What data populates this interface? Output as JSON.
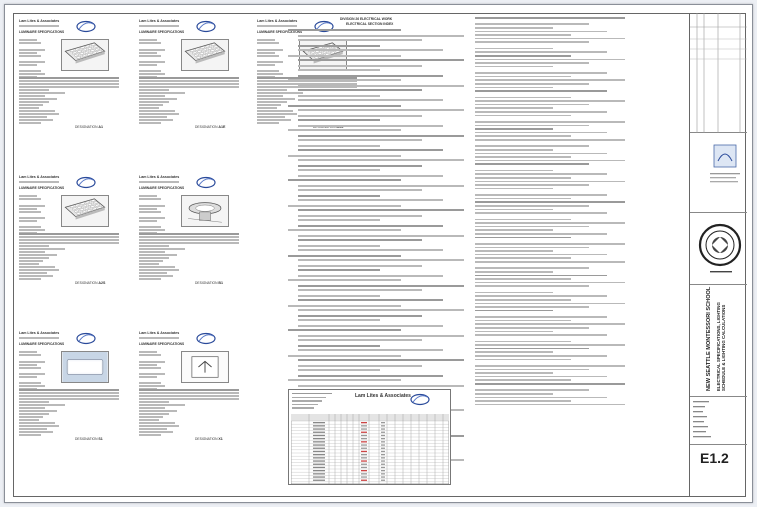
{
  "title_block": {
    "project_name": "NEW SEATTLE MONTESSORI SCHOOL",
    "sheet_title": "ELECTRICAL SPECIFICATIONS, LIGHTING SCHEDULE & LIGHTING CALCULATIONS",
    "sheet_number": "E1.2",
    "stamp_label": "REGISTERED PROFESSIONAL ENGINEER"
  },
  "notes": {
    "title": "DIVISION 26 ELECTRICAL WORK",
    "subtitle": "ELECTRICAL SECTION INDEX"
  },
  "fixtures": [
    {
      "company": "Lam Lites & Associates",
      "spec_title": "LUMINAIRE SPECIFICATIONS",
      "designation_label": "DESIGNATION",
      "designation": "A1"
    },
    {
      "company": "Lam Lites & Associates",
      "spec_title": "LUMINAIRE SPECIFICATIONS",
      "designation_label": "DESIGNATION",
      "designation": "A1E"
    },
    {
      "company": "Lam Lites & Associates",
      "spec_title": "LUMINAIRE SPECIFICATIONS",
      "designation_label": "DESIGNATION",
      "designation": "A1S"
    },
    {
      "company": "Lam Lites & Associates",
      "spec_title": "LUMINAIRE SPECIFICATIONS",
      "designation_label": "DESIGNATION",
      "designation": "A2S"
    },
    {
      "company": "Lam Lites & Associates",
      "spec_title": "LUMINAIRE SPECIFICATIONS",
      "designation_label": "DESIGNATION",
      "designation": "B1"
    },
    {
      "company": "Lam Lites & Associates",
      "spec_title": "LUMINAIRE SPECIFICATIONS",
      "designation_label": "DESIGNATION",
      "designation": "S1"
    },
    {
      "company": "Lam Lites & Associates",
      "spec_title": "LUMINAIRE SPECIFICATIONS",
      "designation_label": "DESIGNATION",
      "designation": "X1"
    }
  ],
  "schedule": {
    "company": "Lam Lites & Associates"
  }
}
